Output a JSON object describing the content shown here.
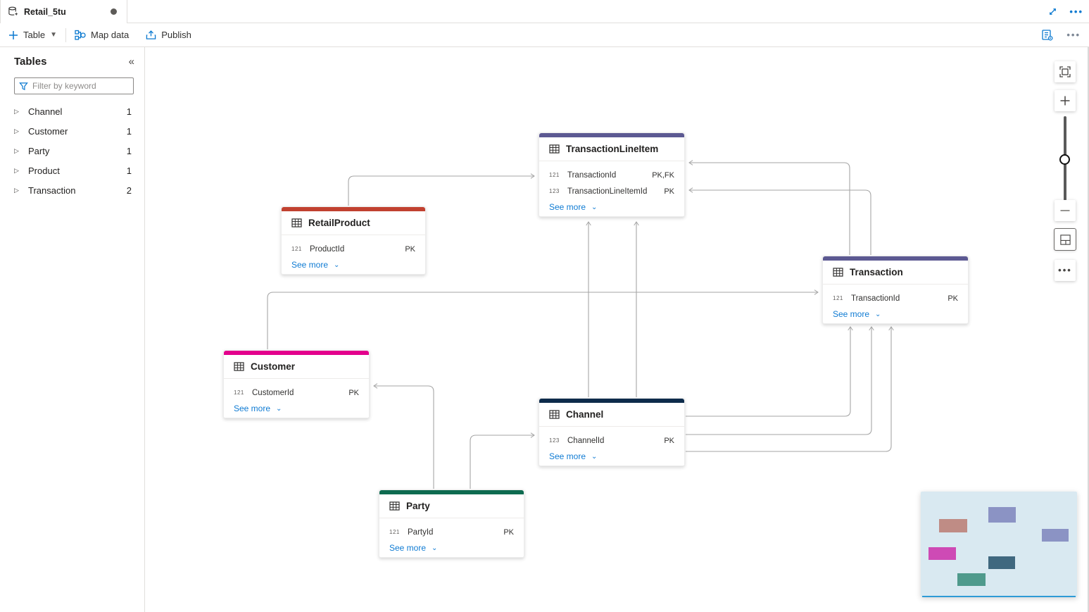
{
  "tab": {
    "title": "Retail_5tu",
    "dirty_indicator": "unsaved-dot"
  },
  "tabbar_icons": {
    "expand": "expand-diagonal-icon",
    "more": "more-options"
  },
  "toolbar": {
    "table_label": "Table",
    "map_data_label": "Map data",
    "publish_label": "Publish"
  },
  "sidebar": {
    "title": "Tables",
    "collapse_glyph": "«",
    "filter_placeholder": "Filter by keyword",
    "items": [
      {
        "label": "Channel",
        "count": "1"
      },
      {
        "label": "Customer",
        "count": "1"
      },
      {
        "label": "Party",
        "count": "1"
      },
      {
        "label": "Product",
        "count": "1"
      },
      {
        "label": "Transaction",
        "count": "2"
      }
    ]
  },
  "entities": [
    {
      "name": "TransactionLineItem",
      "accent": "#5c5992",
      "see_more": "See more",
      "fields": [
        {
          "type_icon": "121",
          "name": "TransactionId",
          "key": "PK,FK"
        },
        {
          "type_icon": "123",
          "name": "TransactionLineItemId",
          "key": "PK"
        }
      ]
    },
    {
      "name": "RetailProduct",
      "accent": "#c14130",
      "see_more": "See more",
      "fields": [
        {
          "type_icon": "121",
          "name": "ProductId",
          "key": "PK"
        }
      ]
    },
    {
      "name": "Transaction",
      "accent": "#5c5992",
      "see_more": "See more",
      "fields": [
        {
          "type_icon": "121",
          "name": "TransactionId",
          "key": "PK"
        }
      ]
    },
    {
      "name": "Customer",
      "accent": "#e3008c",
      "see_more": "See more",
      "fields": [
        {
          "type_icon": "121",
          "name": "CustomerId",
          "key": "PK"
        }
      ]
    },
    {
      "name": "Channel",
      "accent": "#0d2b4b",
      "see_more": "See more",
      "fields": [
        {
          "type_icon": "123",
          "name": "ChannelId",
          "key": "PK"
        }
      ]
    },
    {
      "name": "Party",
      "accent": "#0e6b50",
      "see_more": "See more",
      "fields": [
        {
          "type_icon": "121",
          "name": "PartyId",
          "key": "PK"
        }
      ]
    }
  ],
  "colors": {
    "link_blue": "#0f7bd3",
    "toolbar_icon_blue": "#0b79d0",
    "connector_gray": "#a6a6a6",
    "minimap_bg": "#d9e9f1",
    "minimap_viewport_line": "#2f9bd6"
  },
  "minimap": {
    "rects": [
      {
        "table": "RetailProduct",
        "color": "#bf8c85"
      },
      {
        "table": "TransactionLineItem",
        "color": "#8b93c4"
      },
      {
        "table": "Transaction",
        "color": "#8b93c4"
      },
      {
        "table": "Customer",
        "color": "#ce4ab5"
      },
      {
        "table": "Channel",
        "color": "#40687f"
      },
      {
        "table": "Party",
        "color": "#4f9a8c"
      }
    ]
  }
}
